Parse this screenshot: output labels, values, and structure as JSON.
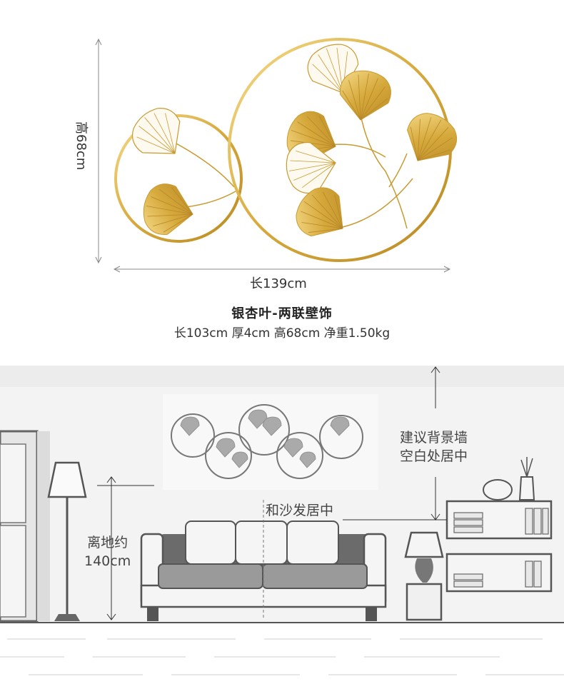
{
  "product": {
    "height_label": "高68cm",
    "length_label": "长139cm",
    "name": "银杏叶-两联壁饰",
    "specs": "长103cm 厚4cm 高68cm 净重1.50kg"
  },
  "scene": {
    "advice_line1": "建议背景墙",
    "advice_line2": "空白处居中",
    "center_label": "和沙发居中",
    "height_line1": "离地约",
    "height_line2": "140cm"
  },
  "colors": {
    "gold": "#d4a93a",
    "gold_light": "#f0d27a",
    "scene_gray": "#8a8a8a",
    "wall": "#f2f2f2"
  }
}
